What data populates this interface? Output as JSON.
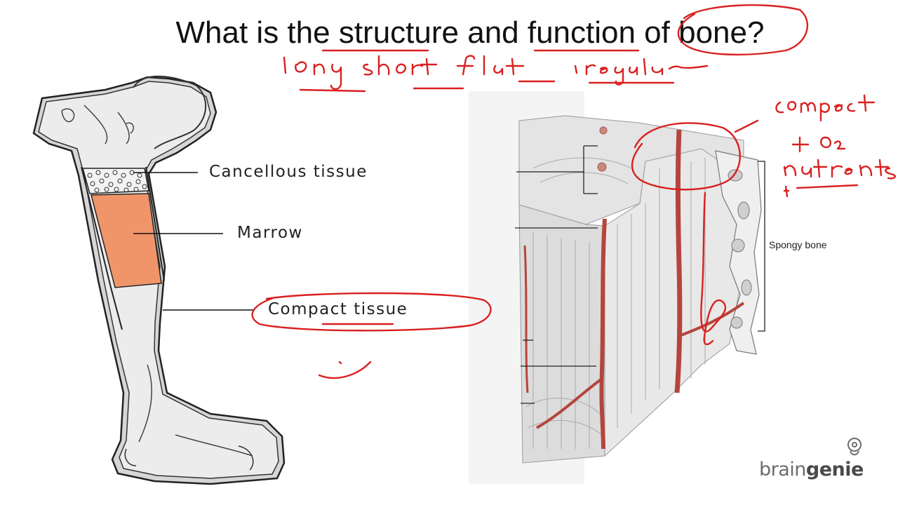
{
  "slide": {
    "title": "What is the structure and function of bone?",
    "femur_labels": {
      "cancellous": "Cancellous tissue",
      "marrow": "Marrow",
      "compact": "Compact tissue"
    },
    "section_label": "Spongy bone",
    "brand": {
      "prefix": "brain",
      "suffix": "genie"
    }
  },
  "colors": {
    "marrow": "#f0956a",
    "bone_fill": "#ededed",
    "vessel": "#b5453c",
    "ink_red": "#d92020"
  }
}
